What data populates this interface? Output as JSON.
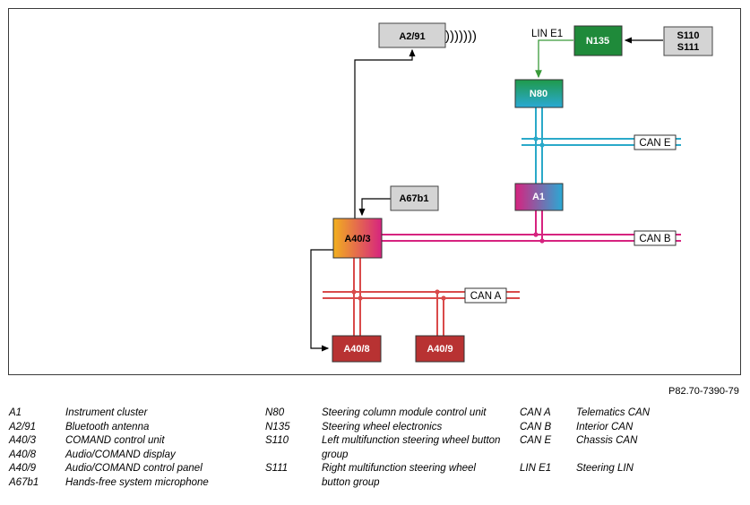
{
  "diagram": {
    "components": {
      "a2_91": "A2/91",
      "n135": "N135",
      "s110_s111": [
        "S110",
        "S111"
      ],
      "n80": "N80",
      "a1": "A1",
      "a67b1": "A67b1",
      "a40_3": "A40/3",
      "a40_8": "A40/8",
      "a40_9": "A40/9"
    },
    "buses": {
      "lin_e1": "LIN E1",
      "can_e": "CAN E",
      "can_b": "CAN B",
      "can_a": "CAN A"
    },
    "radio_waves": ")))))))",
    "colors": {
      "can_e": "#2aa9c9",
      "can_b": "#d6237f",
      "can_a": "#d94a4a",
      "lin": "#3a9a3a",
      "grey_box": "#d4d4d4",
      "n135": "#1f8a3a",
      "a40_box": "#b83232"
    }
  },
  "figure_ref": "P82.70-7390-79",
  "legend": {
    "col1": [
      {
        "key": "A1",
        "value": "Instrument cluster"
      },
      {
        "key": "A2/91",
        "value": "Bluetooth antenna"
      },
      {
        "key": "A40/3",
        "value": "COMAND control unit"
      },
      {
        "key": "A40/8",
        "value": "Audio/COMAND display"
      },
      {
        "key": "A40/9",
        "value": "Audio/COMAND control panel"
      },
      {
        "key": "A67b1",
        "value": "Hands-free system microphone"
      }
    ],
    "col2": [
      {
        "key": "N80",
        "value": "Steering column module control unit"
      },
      {
        "key": "N135",
        "value": "Steering wheel electronics"
      },
      {
        "key": "S110",
        "value": "Left multifunction steering wheel button group"
      },
      {
        "key": "S111",
        "value": "Right multifunction steering wheel button group"
      }
    ],
    "col3": [
      {
        "key": "CAN A",
        "value": "Telematics CAN"
      },
      {
        "key": "CAN B",
        "value": "Interior CAN"
      },
      {
        "key": "CAN E",
        "value": "Chassis CAN"
      },
      {
        "key": "LIN E1",
        "value": "Steering LIN"
      }
    ]
  }
}
